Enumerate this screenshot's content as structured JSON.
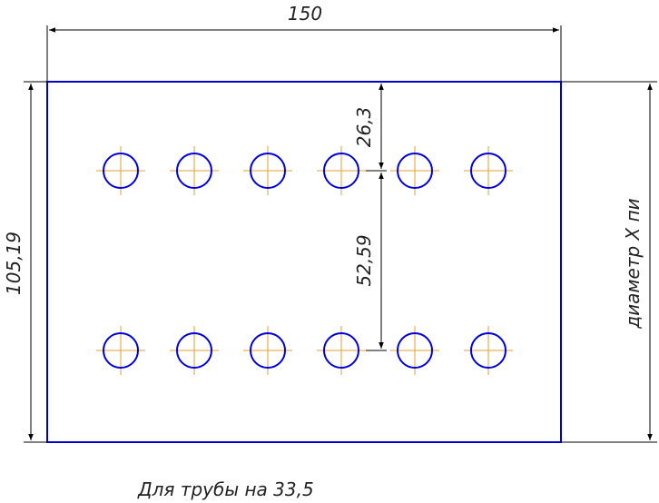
{
  "dimensions": {
    "width": "150",
    "height": "105,19",
    "top_offset": "26,3",
    "row_spacing": "52,59",
    "diameter": "диаметр Х пи"
  },
  "note": "Для трубы на 33,5",
  "holes": {
    "rows": 2,
    "per_row": 6
  },
  "colors": {
    "outline": "#0000cc",
    "hole": "#0000dd",
    "centerline": "#e0a030",
    "dimension": "#000000"
  }
}
